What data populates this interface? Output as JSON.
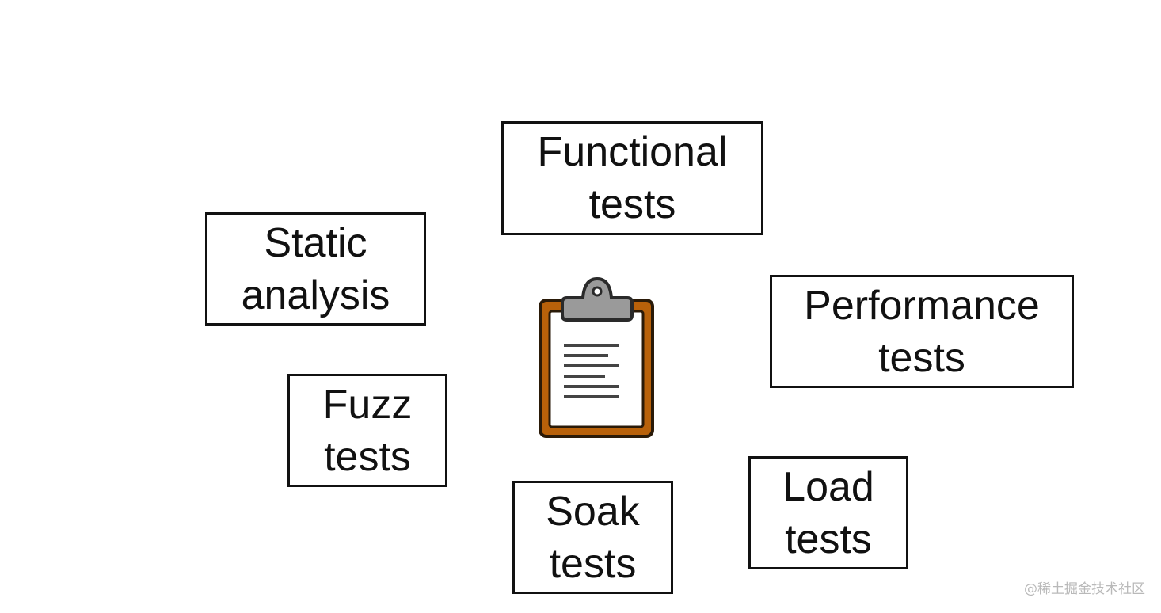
{
  "diagram": {
    "nodes": [
      {
        "id": "functional",
        "lines": [
          "Functional",
          "tests"
        ]
      },
      {
        "id": "static",
        "lines": [
          "Static",
          "analysis"
        ]
      },
      {
        "id": "performance",
        "lines": [
          "Performance",
          "tests"
        ]
      },
      {
        "id": "fuzz",
        "lines": [
          "Fuzz",
          "tests"
        ]
      },
      {
        "id": "load",
        "lines": [
          "Load",
          "tests"
        ]
      },
      {
        "id": "soak",
        "lines": [
          "Soak",
          "tests"
        ]
      }
    ],
    "center_icon": "clipboard-icon"
  },
  "watermark": "@稀土掘金技术社区",
  "colors": {
    "box_border": "#111111",
    "clipboard_board": "#b8610a",
    "clipboard_clip": "#9a9a9a",
    "paper": "#ffffff",
    "text_lines": "#444444"
  }
}
